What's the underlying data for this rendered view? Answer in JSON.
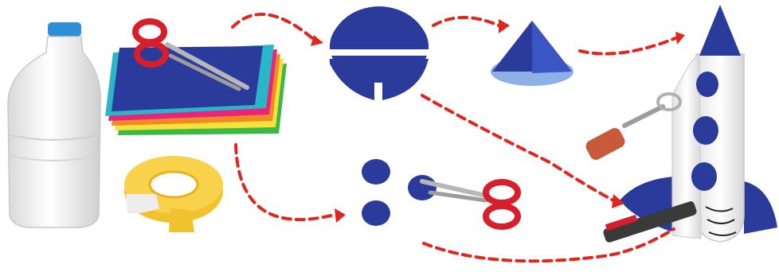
{
  "scene": {
    "description_steps": [
      "materials",
      "cut-felt",
      "shapes",
      "assemble-rocket"
    ]
  },
  "colors": {
    "felt_blue": "#2a3b9c",
    "light_blue": "#8fb0e6",
    "arrow_red": "#e0261f",
    "scissor_red": "#d81e2a",
    "tape_yellow": "#f2c22e",
    "bottle_white": "#f3f3f3",
    "bottle_cap": "#2e8fd6"
  }
}
